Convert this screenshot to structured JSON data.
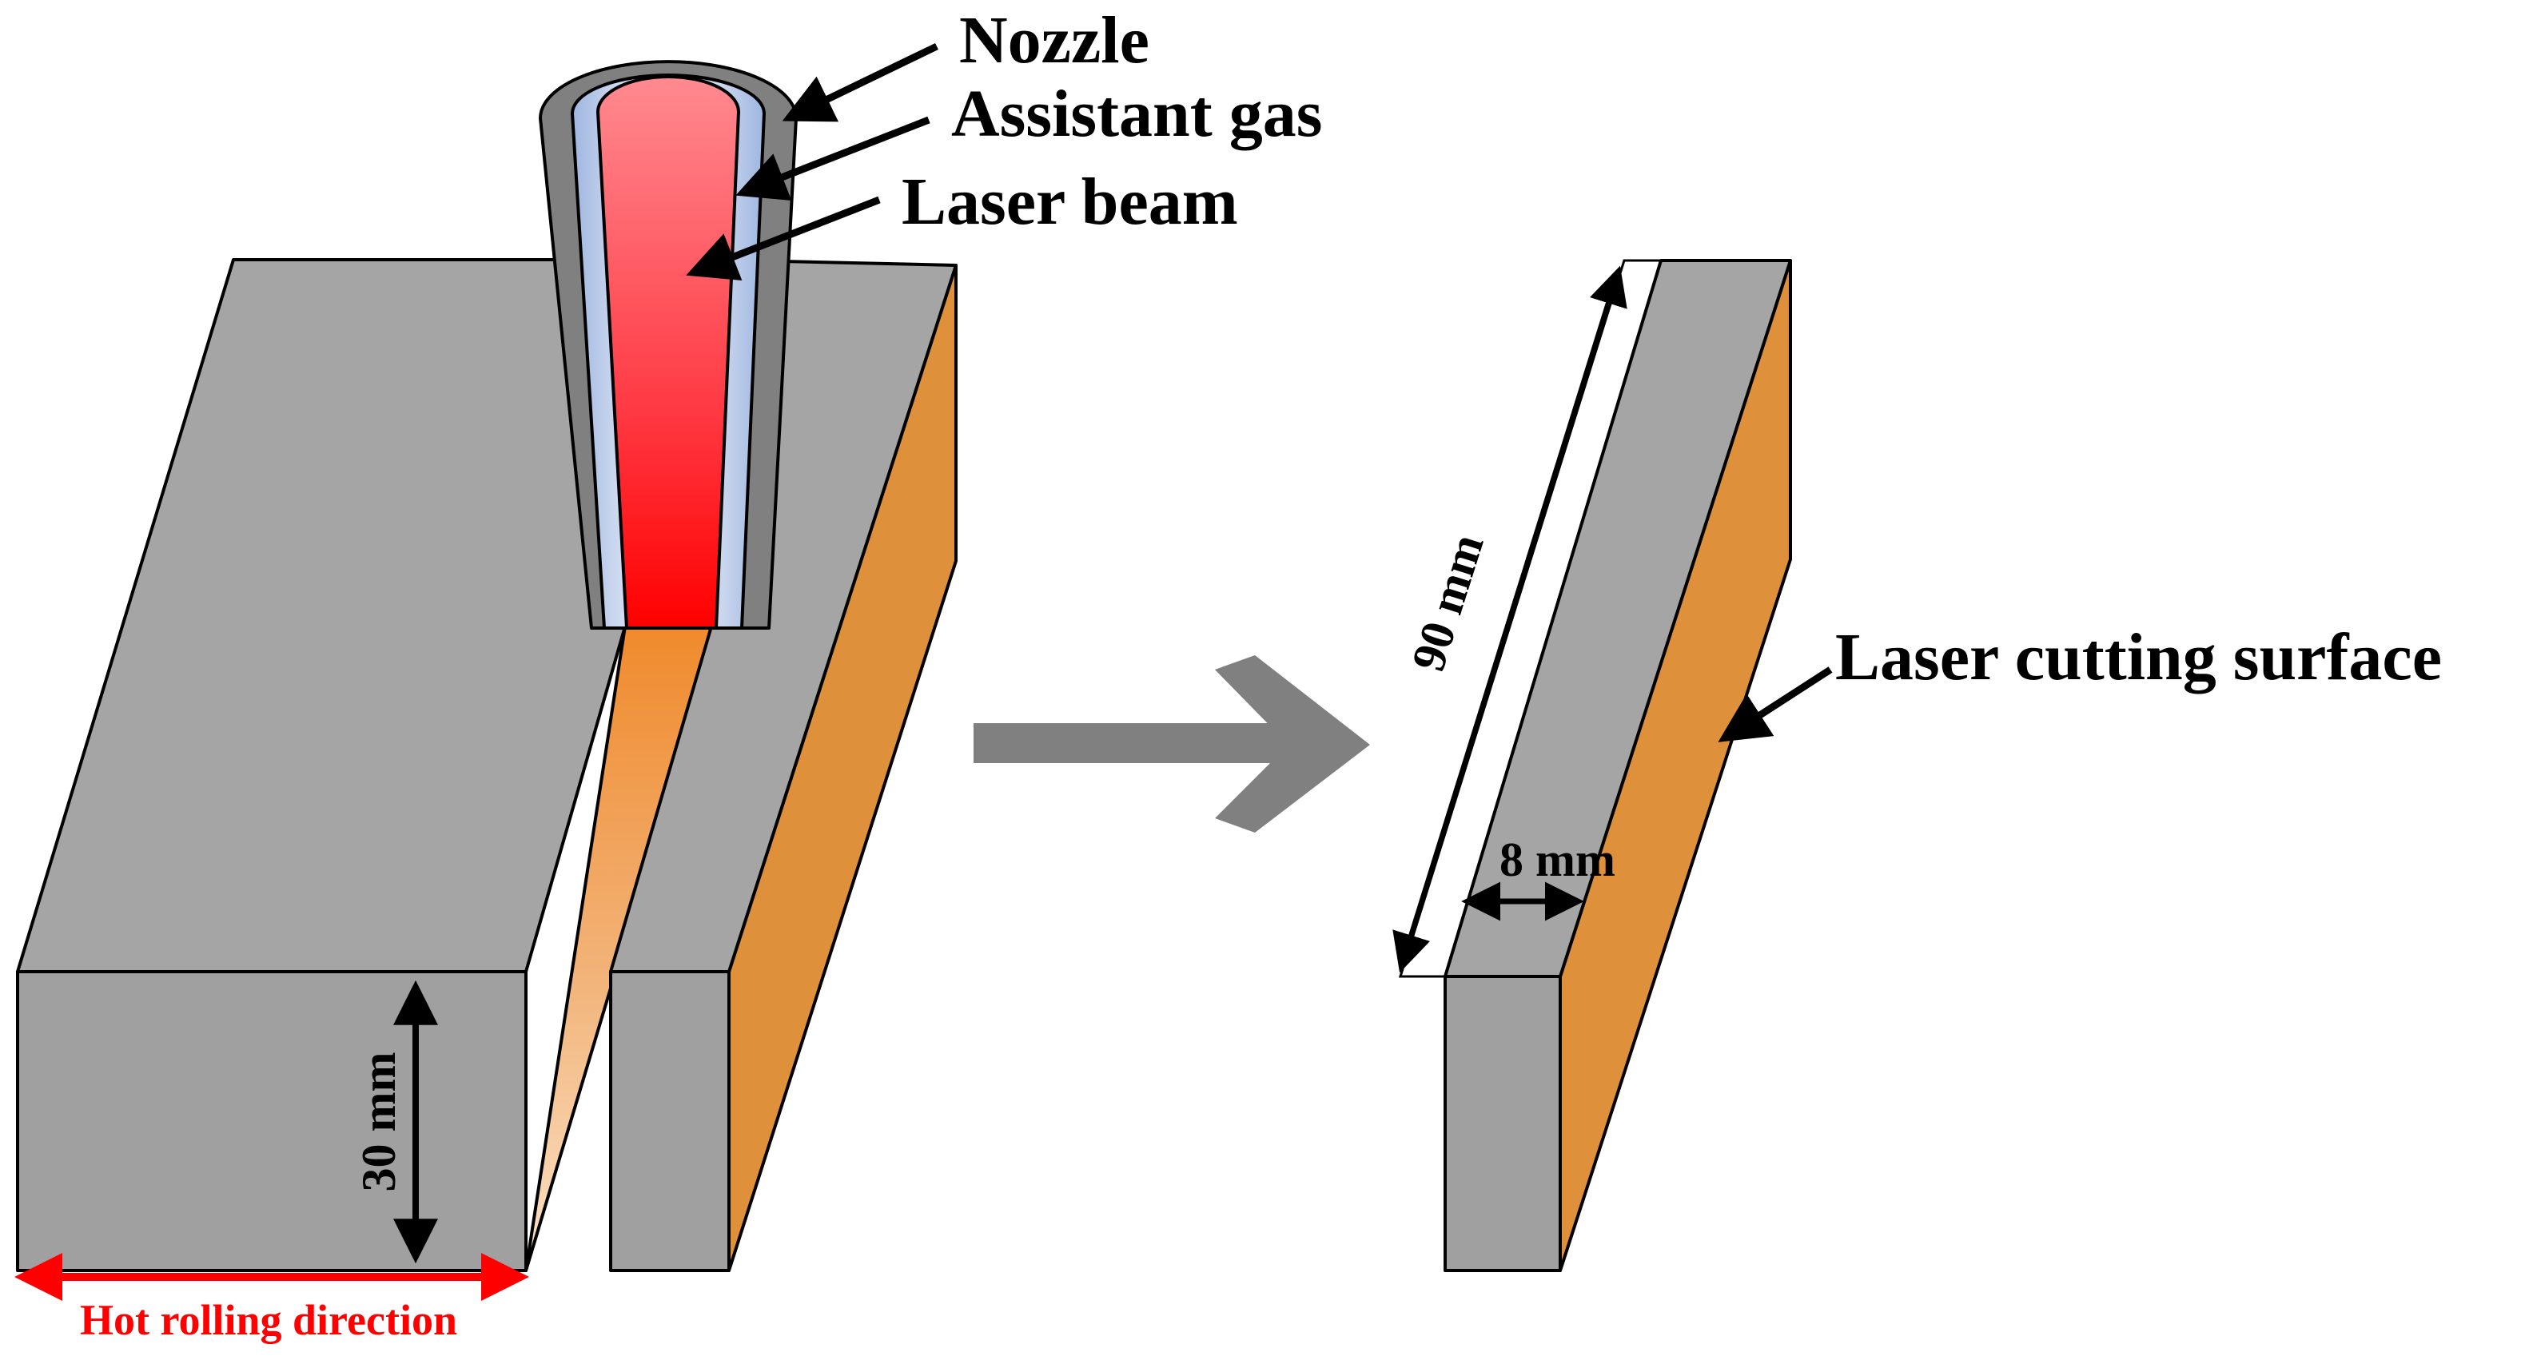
{
  "labels": {
    "nozzle": "Nozzle",
    "assistant_gas": "Assistant gas",
    "laser_beam": "Laser beam",
    "laser_cutting_surface": "Laser cutting surface",
    "hot_rolling_direction": "Hot rolling direction",
    "thickness": "30 mm",
    "length": "90 mm",
    "width": "8 mm"
  },
  "colors": {
    "block_face": "#a5a5a5",
    "block_front": "#a0a0a0",
    "cut_surface": "#df903a",
    "nozzle_wall": "#808080",
    "gas": "#b8c8e8",
    "beam_top": "#ff8a90",
    "beam_bottom": "#ff0000",
    "process_arrow": "#808080",
    "direction_arrow": "#ff0000"
  }
}
